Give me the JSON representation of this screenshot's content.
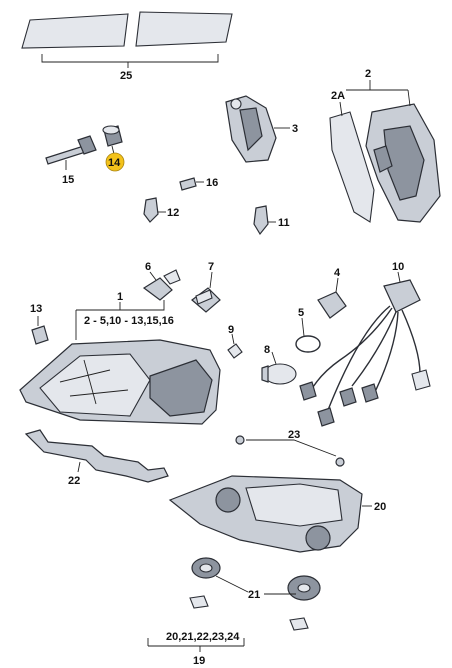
{
  "colors": {
    "highlight": "#f3c21b",
    "part": "#c9ced6",
    "part_dark": "#8d949f",
    "outline": "#2c2f36"
  },
  "labels": {
    "p25": "25",
    "p2": "2",
    "p2a": "2A",
    "p3": "3",
    "p14": "14",
    "p15": "15",
    "p16": "16",
    "p12": "12",
    "p11": "11",
    "p6": "6",
    "p7": "7",
    "p1": "1",
    "p1_sub": "2 - 5,10 - 13,15,16",
    "p13": "13",
    "p9": "9",
    "p4": "4",
    "p10": "10",
    "p5": "5",
    "p8": "8",
    "p23": "23",
    "p22": "22",
    "p20": "20",
    "p21": "21",
    "p19_sub": "20,21,22,23,24",
    "p19": "19"
  }
}
